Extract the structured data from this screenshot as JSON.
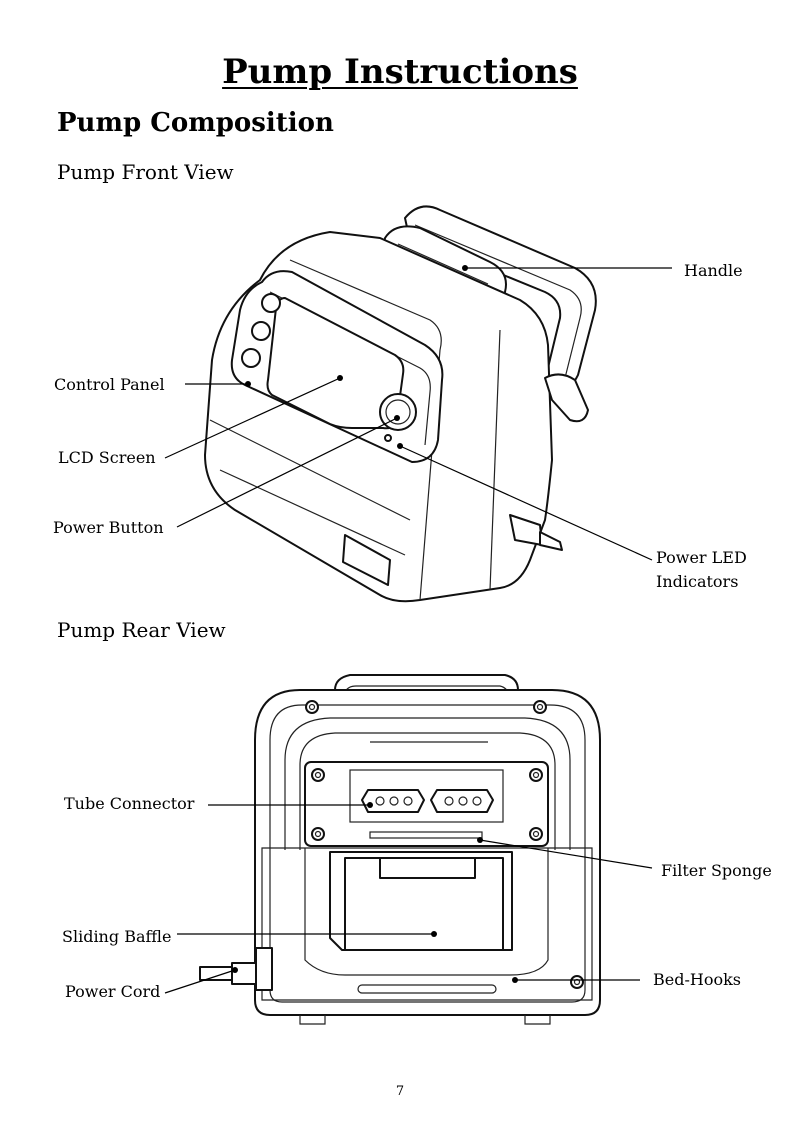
{
  "document": {
    "title": "Pump Instructions",
    "section_heading": "Pump Composition",
    "page_number": "7"
  },
  "front_view": {
    "heading": "Pump Front View",
    "labels": {
      "handle": "Handle",
      "control_panel": "Control Panel",
      "lcd_screen": "LCD Screen",
      "power_button": "Power Button",
      "power_led_line1": "Power LED",
      "power_led_line2": "Indicators"
    }
  },
  "rear_view": {
    "heading": "Pump Rear View",
    "labels": {
      "tube_connector": "Tube Connector",
      "filter_sponge": "Filter Sponge",
      "sliding_baffle": "Sliding Baffle",
      "power_cord": "Power Cord",
      "bed_hooks": "Bed-Hooks"
    }
  }
}
